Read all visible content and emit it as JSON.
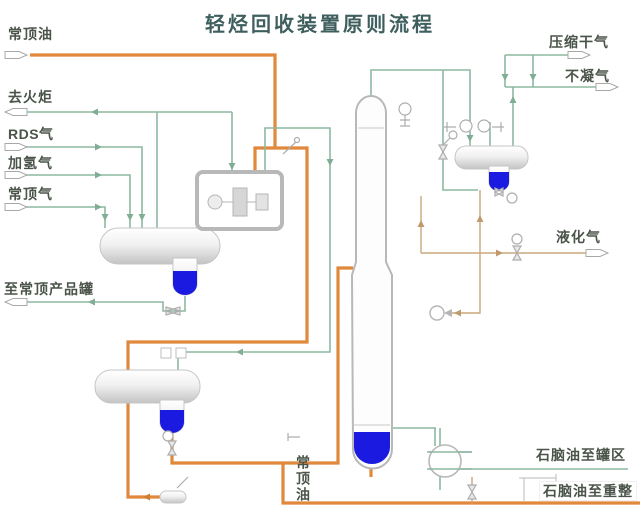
{
  "title": "轻烃回收装置原则流程",
  "colors": {
    "title_text": "#3e5f5e",
    "label_text": "#4a5449",
    "pipe_green": "#8db8a1",
    "pipe_orange": "#e0883c",
    "pipe_tan": "#c9a87c",
    "equipment_gray": "#c6c6c6",
    "liquid_blue": "#1a1ae0"
  },
  "streams": {
    "left": [
      {
        "label": "常顶油",
        "type": "inlet",
        "line": "orange"
      },
      {
        "label": "去火炬",
        "type": "outlet",
        "line": "green"
      },
      {
        "label": "RDS气",
        "type": "inlet",
        "line": "green"
      },
      {
        "label": "加氢气",
        "type": "inlet",
        "line": "green"
      },
      {
        "label": "常顶气",
        "type": "inlet",
        "line": "green"
      },
      {
        "label": "至常顶产品罐",
        "type": "outlet",
        "line": "green"
      }
    ],
    "right": [
      {
        "label": "压缩干气",
        "type": "outlet",
        "line": "green"
      },
      {
        "label": "不凝气",
        "type": "outlet",
        "line": "green"
      },
      {
        "label": "液化气",
        "type": "outlet",
        "line": "tan"
      },
      {
        "label": "石脑油至罐区",
        "type": "outlet",
        "line": "green"
      },
      {
        "label": "石脑油至重整",
        "type": "outlet",
        "line": "orange"
      }
    ],
    "center_vertical": {
      "label": "常顶油",
      "line": "orange"
    }
  },
  "equipment_icons": [
    "overhead-separator-drum-icon",
    "compressor-package-icon",
    "flash-drum-icon",
    "stabilizer-column-icon",
    "reflux-drum-icon",
    "product-cooler-icon",
    "reflux-pump-icon"
  ]
}
